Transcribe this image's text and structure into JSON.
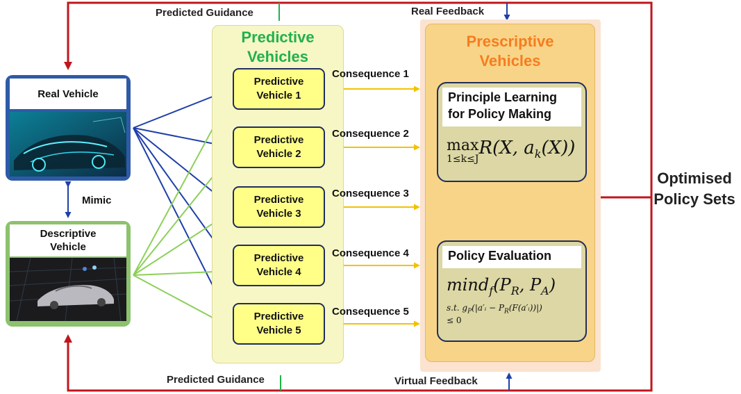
{
  "top_labels": {
    "predicted_guidance": "Predicted Guidance",
    "real_feedback": "Real Feedback"
  },
  "bottom_labels": {
    "predicted_guidance": "Predicted Guidance",
    "virtual_feedback": "Virtual Feedback"
  },
  "real_vehicle": {
    "label": "Real Vehicle"
  },
  "descriptive_vehicle": {
    "label": "Descriptive\nVehicle"
  },
  "mimic_label": "Mimic",
  "predictive_panel": {
    "title": "Predictive\nVehicles",
    "vehicles": [
      "Predictive\nVehicle 1",
      "Predictive\nVehicle 2",
      "Predictive\nVehicle 3",
      "Predictive\nVehicle 4",
      "Predictive\nVehicle 5"
    ]
  },
  "consequences": [
    "Consequence 1",
    "Consequence 2",
    "Consequence 3",
    "Consequence 4",
    "Consequence 5"
  ],
  "prescriptive_panel": {
    "title": "Prescriptive\nVehicles",
    "principle_box": {
      "title": "Principle Learning\nfor Policy Making",
      "formula_op": "max",
      "formula_sub": "1≤k≤J",
      "formula_body": "R(X, a",
      "formula_k": "k",
      "formula_tail": "(X))"
    },
    "evaluation_box": {
      "title": "Policy Evaluation",
      "formula_main": "mind",
      "formula_f": "f",
      "formula_args_open": "(P",
      "formula_R": "R",
      "formula_mid": ", P",
      "formula_A": "A",
      "formula_close": ")",
      "constraint_line1": "s.t.  g",
      "constraint_P": "P",
      "constraint_rest": "(|a′ᵢ − P",
      "constraint_R2": "R",
      "constraint_end": "(F(a′ᵢ))|)",
      "constraint_line2": "≤ 0"
    }
  },
  "side_label": "Optimised\nPolicy Sets",
  "colors": {
    "red": "#c0161c",
    "blue": "#1f3fa8",
    "green": "#8cd05a",
    "yellow": "#f2c200",
    "accent_green": "#22b14c",
    "accent_orange": "#f57d1f"
  }
}
